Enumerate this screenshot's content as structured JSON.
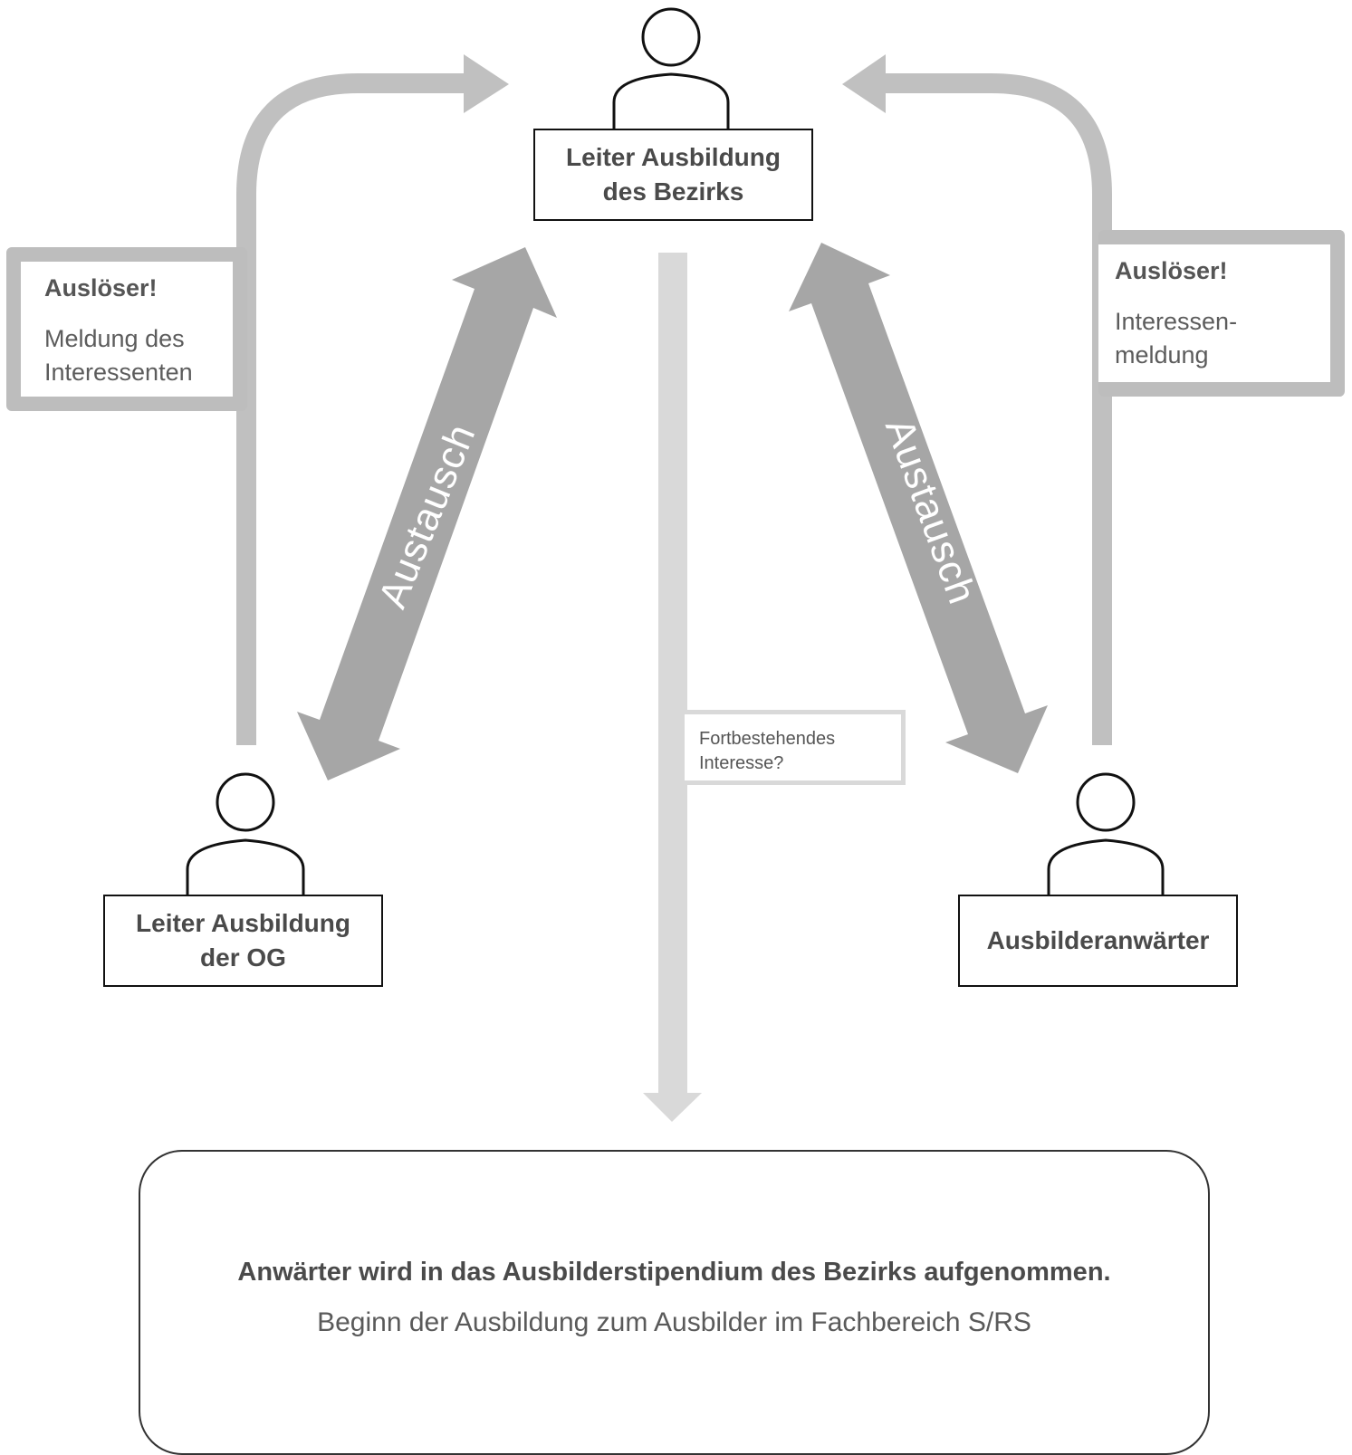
{
  "roles": {
    "top": {
      "line1": "Leiter Ausbildung",
      "line2": "des Bezirks"
    },
    "left": {
      "line1": "Leiter Ausbildung",
      "line2": "der OG"
    },
    "right": {
      "line1": "Ausbilderanwärter"
    }
  },
  "triggers": {
    "left": {
      "heading": "Auslöser!",
      "line1": "Meldung des",
      "line2": "Interessenten"
    },
    "right": {
      "heading": "Auslöser!",
      "line1": "Interessen-",
      "line2": "meldung"
    }
  },
  "exchange": {
    "left": "Austausch",
    "right": "Austausch"
  },
  "question": {
    "line1": "Fortbestehendes",
    "line2": "Interesse?"
  },
  "result": {
    "heading": "Anwärter wird in das Ausbilderstipendium des Bezirks aufgenommen.",
    "body": "Beginn der Ausbildung zum Ausbilder im Fachbereich S/RS"
  },
  "colors": {
    "flow": "#c0c0c0",
    "exchange": "#a6a6a6",
    "vertical": "#d9d9d9",
    "outline": "#111111"
  }
}
